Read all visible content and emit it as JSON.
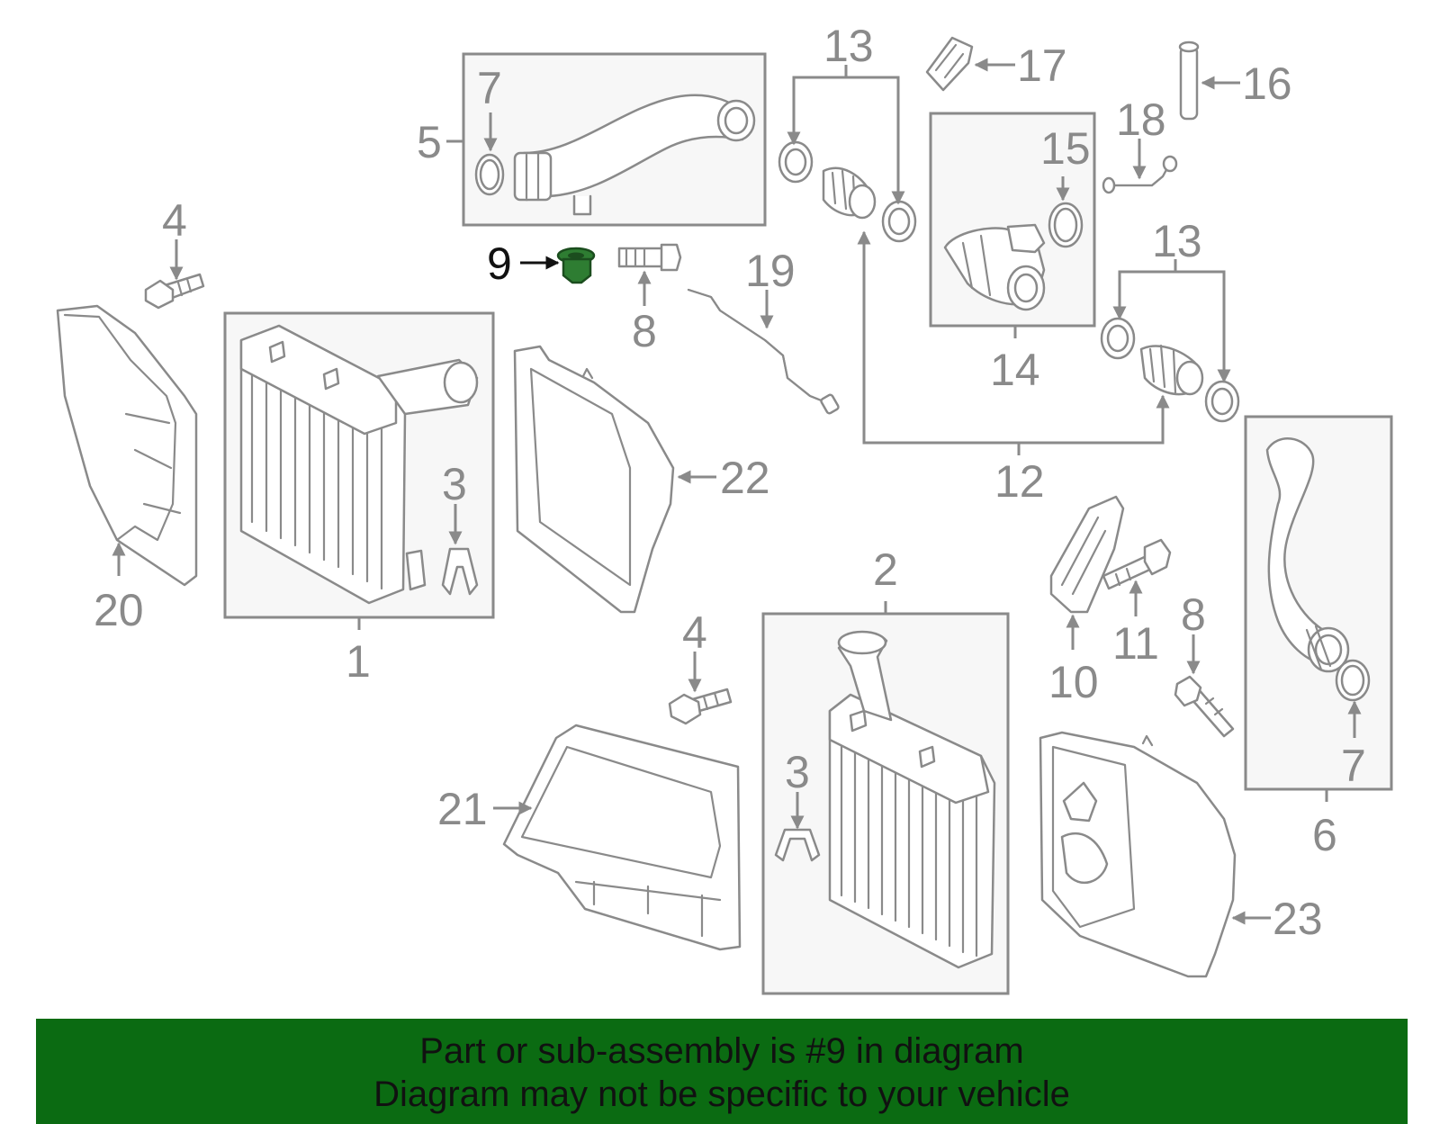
{
  "callouts": {
    "c1": "1",
    "c2": "2",
    "c3a": "3",
    "c3b": "3",
    "c4a": "4",
    "c4b": "4",
    "c5": "5",
    "c6": "6",
    "c7a": "7",
    "c7b": "7",
    "c8a": "8",
    "c8b": "8",
    "c9": "9",
    "c10": "10",
    "c11": "11",
    "c12": "12",
    "c13a": "13",
    "c13b": "13",
    "c14": "14",
    "c15": "15",
    "c16": "16",
    "c17": "17",
    "c18": "18",
    "c19": "19",
    "c20": "20",
    "c21": "21",
    "c22": "22",
    "c23": "23"
  },
  "banner": {
    "line1": "Part or sub-assembly is #9 in diagram",
    "line2": "Diagram may not be specific to your vehicle"
  },
  "colors": {
    "highlight_part": "#2e7d32",
    "banner_bg": "#0b6b12",
    "line_gray": "#8a8a8a"
  }
}
